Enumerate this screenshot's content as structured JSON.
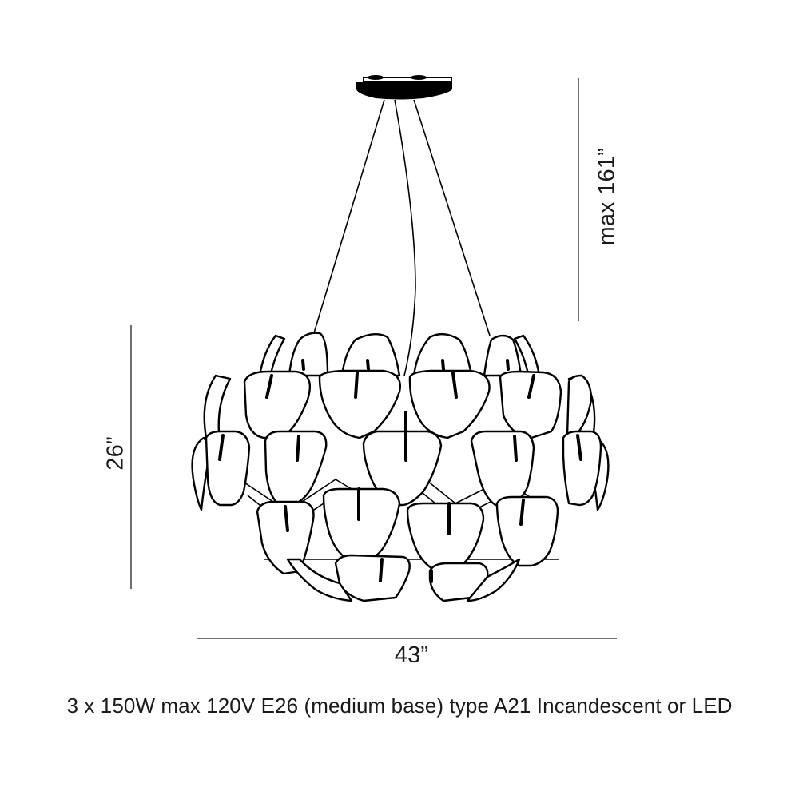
{
  "diagram": {
    "subject": "pendant chandelier with overlapping glass petals",
    "colors": {
      "line": "#000000",
      "dimension_line": "#6f6f6f",
      "text": "#1a1a1a",
      "background": "#ffffff"
    }
  },
  "dimensions": {
    "max_height": {
      "label": "max 161”",
      "orientation": "vertical"
    },
    "body_height": {
      "label": "26”",
      "orientation": "vertical"
    },
    "width": {
      "label": "43”",
      "orientation": "horizontal"
    }
  },
  "caption": "3 x 150W max 120V E26 (medium base) type A21 Incandescent or LED"
}
